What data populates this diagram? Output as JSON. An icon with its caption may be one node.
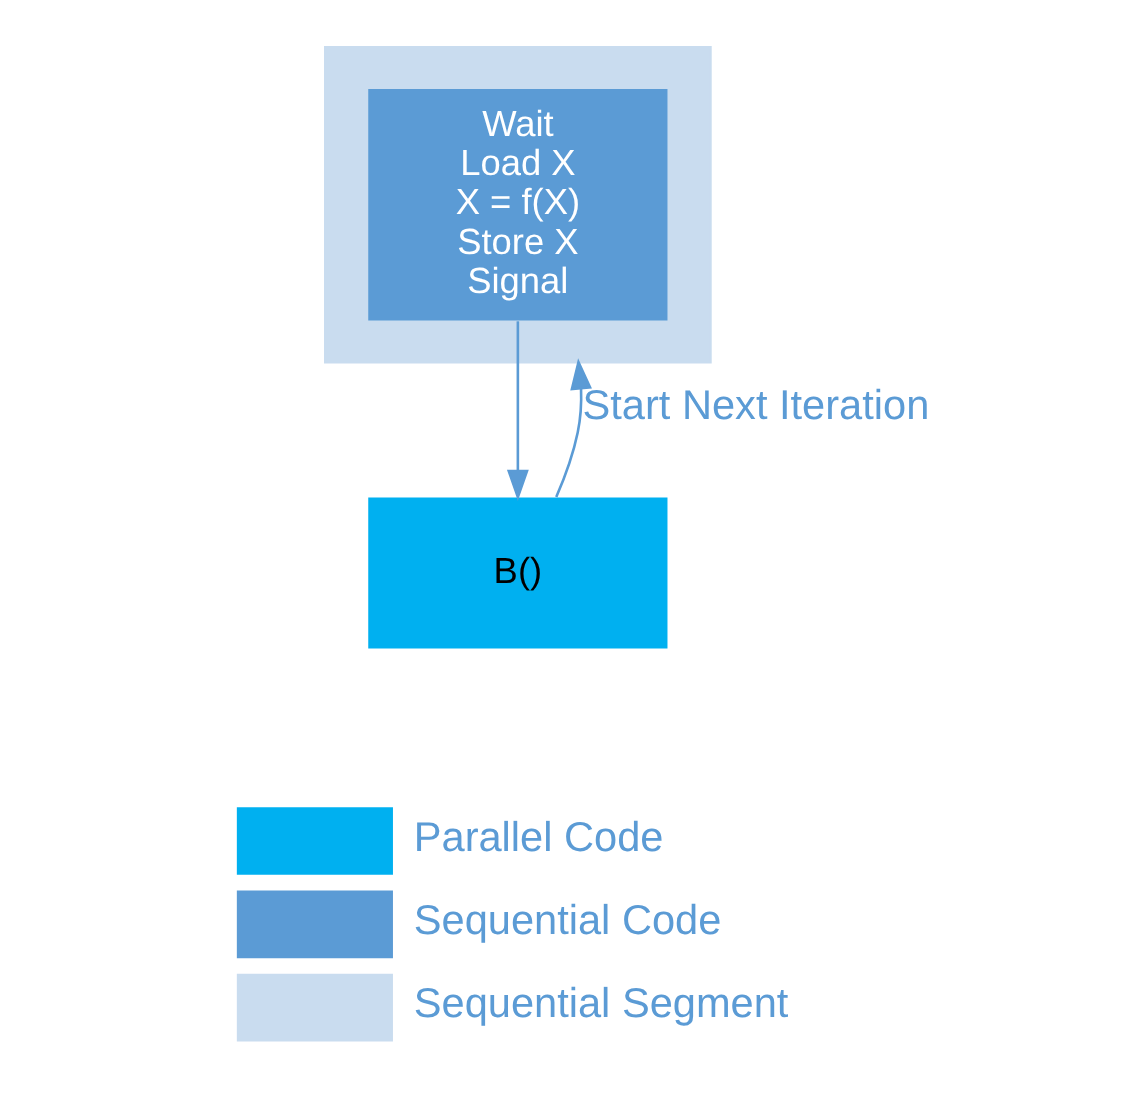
{
  "diagram": {
    "nodes": [
      {
        "text": [],
        "shape": "box"
      },
      {
        "text": [
          "Wait",
          "Load X",
          "X = f(X)",
          "Store X",
          "Signal"
        ],
        "in": 0
      },
      {
        "text": [
          "B()"
        ]
      }
    ],
    "edges": [
      {
        "from": 1,
        "to": 2,
        "arrow": "to"
      },
      {
        "from": 2,
        "to": 0,
        "arrow": "to",
        "label": "Start Next Iteration"
      }
    ],
    "legend": [
      {
        "text": "Parallel Code",
        "color": "#00b0f0"
      },
      {
        "text": "Sequential Code",
        "color": "#5b9bd5"
      },
      {
        "text": "Sequential Segment",
        "color": "#c9dcef"
      }
    ]
  }
}
